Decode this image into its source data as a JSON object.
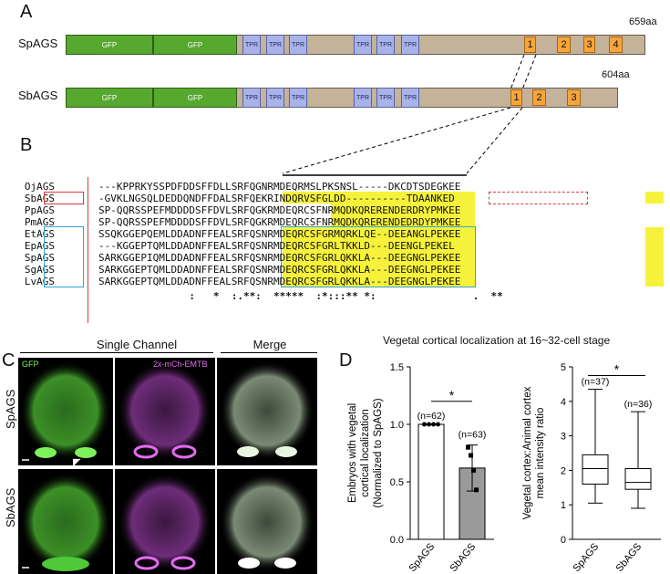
{
  "panels": {
    "a": "A",
    "b": "B",
    "c": "C",
    "d": "D"
  },
  "panelA": {
    "sp_name": "SpAGS",
    "sb_name": "SbAGS",
    "sp_len": "659aa",
    "sb_len": "604aa",
    "gfp": "GFP",
    "tpr": "TPR",
    "sp_gl": [
      "1",
      "2",
      "3",
      "4"
    ],
    "sb_gl": [
      "1",
      "2",
      "3"
    ]
  },
  "panelB": {
    "names": [
      "OjAGS",
      "SbAGS",
      "PpAGS",
      "PmAGS",
      "EtAGS",
      "EpAGS",
      "SpAGS",
      "SgAGS",
      "LvAGS"
    ],
    "seqs": [
      "---KPPRKYSSPDFDDSFFDLLSRFQGNRMDEQRMSLPKSNSL-----DKCDTSDEGKEE",
      "-GVKLNGSQLDEDDQNDFFDALSRFQEKRINDQRVSFGLDD----------TDAANKED",
      "SP-QQRSSPEFMDDDDSFFDVLSRFQGKRMDEQRCSFNRMQDKQRERENDERDRYPMKEE",
      "SP-QQRSSPEFMDDDDSFFDVLSRFQGKRMDEQRCSFNRMQDKQRERENDEDRDYPMKEE",
      "SSQKGGEPQEMLDDADNFFEALSRFQSNRMDEQRCSFGRMQRKLQE--DEEANGLPEKEE",
      "---KGGEPTQMLDDADNFFEALSRFQSNRMDEQRCSFGRLTKKLD---DEENGLPEKEL",
      "SARKGGEPIQMLDDADNFFEALSRFQSNRMDEQRCSFGRLQKKLA---DEEGNGLPEKEE",
      "SARKGGEPTQMLDDADNFFEALSRFQSNRMDEQRCSFGRLQKKLA---DEEGNGLPEKEE",
      "SARKGGEPTQMLDDADNFFEALSRFQSNRMDEQRCSFGRLQKKLA---DEEGNGLPEKEE"
    ],
    "consensus": "               :   *  :.**:  *****  :*:::** *:                .  **"
  },
  "panelC": {
    "single_channel": "Single Channel",
    "merge": "Merge",
    "gfp": "GFP",
    "emtb": "2x-mCh-EMTB",
    "row1": "SpAGS",
    "row2": "SbAGS"
  },
  "panelD": {
    "title": "Vegetal cortical localization at 16~32-cell stage",
    "colors": {
      "gfp": "#3fbf2a",
      "mcherry": "#c23fd1",
      "bar_sp": "#ffffff",
      "bar_sb": "#9a9a9a"
    },
    "chart_data": [
      {
        "type": "bar",
        "categories": [
          "SpAGS",
          "SbAGS"
        ],
        "values": [
          1.0,
          0.62
        ],
        "errors": [
          0.0,
          0.2
        ],
        "points": [
          [
            1.0,
            1.0,
            1.0,
            1.0
          ],
          [
            0.8,
            0.73,
            0.6,
            0.43
          ]
        ],
        "n_labels": [
          "(n=62)",
          "(n=63)"
        ],
        "ylabel_lines": [
          "Embryos with vegetal",
          "cortical localization",
          "(Normalized to SpAGS)"
        ],
        "yticks": [
          "0.0",
          "0.5",
          "1.0",
          "1.5"
        ],
        "ylim": [
          0,
          1.5
        ],
        "significance": "*"
      },
      {
        "type": "box",
        "categories": [
          "SpAGS",
          "SbAGS"
        ],
        "boxes": [
          {
            "min": 1.05,
            "q1": 1.6,
            "median": 2.05,
            "q3": 2.45,
            "max": 4.35
          },
          {
            "min": 0.9,
            "q1": 1.45,
            "median": 1.65,
            "q3": 2.05,
            "max": 3.7
          }
        ],
        "n_labels": [
          "(n=37)",
          "(n=36)"
        ],
        "ylabel_lines": [
          "Vegetal cortex:Animal cortex",
          "mean intensity ratio"
        ],
        "yticks": [
          "0",
          "1",
          "2",
          "3",
          "4",
          "5"
        ],
        "ylim": [
          0,
          5
        ],
        "significance": "*"
      }
    ]
  }
}
